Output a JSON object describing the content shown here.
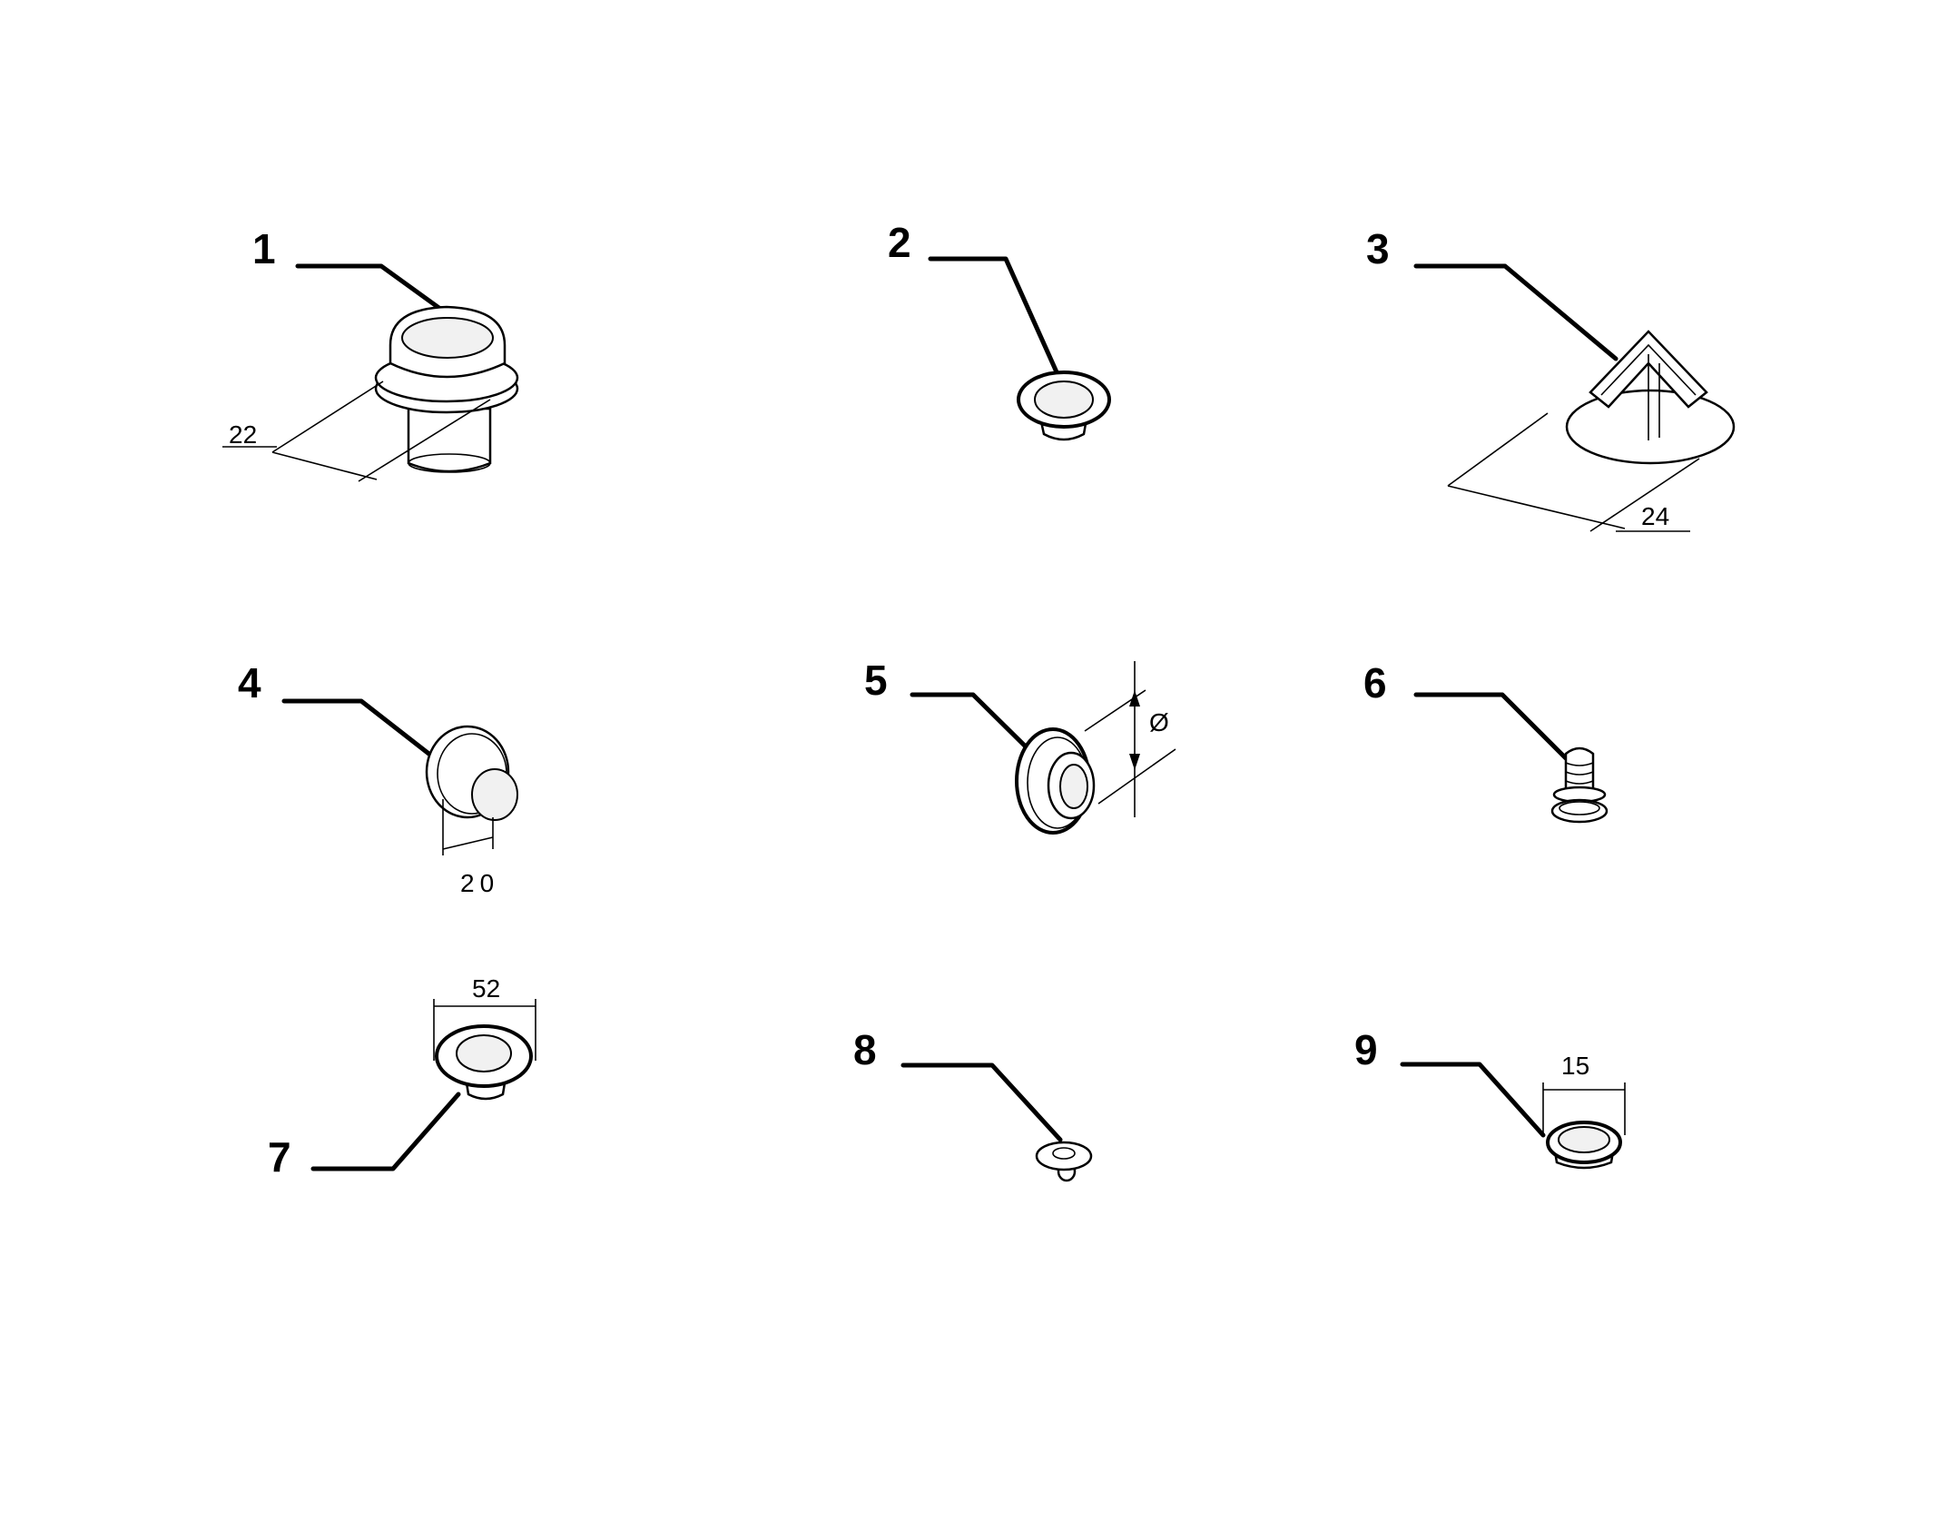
{
  "callouts": [
    {
      "id": "1",
      "label": "1"
    },
    {
      "id": "2",
      "label": "2"
    },
    {
      "id": "3",
      "label": "3"
    },
    {
      "id": "4",
      "label": "4"
    },
    {
      "id": "5",
      "label": "5"
    },
    {
      "id": "6",
      "label": "6"
    },
    {
      "id": "7",
      "label": "7"
    },
    {
      "id": "8",
      "label": "8"
    },
    {
      "id": "9",
      "label": "9"
    }
  ],
  "dimensions": {
    "part1": "22",
    "part3": "24",
    "part4": "20",
    "part5": "Ø",
    "part7": "52",
    "part9": "15"
  },
  "colors": {
    "line": "#000000",
    "background": "#ffffff"
  }
}
